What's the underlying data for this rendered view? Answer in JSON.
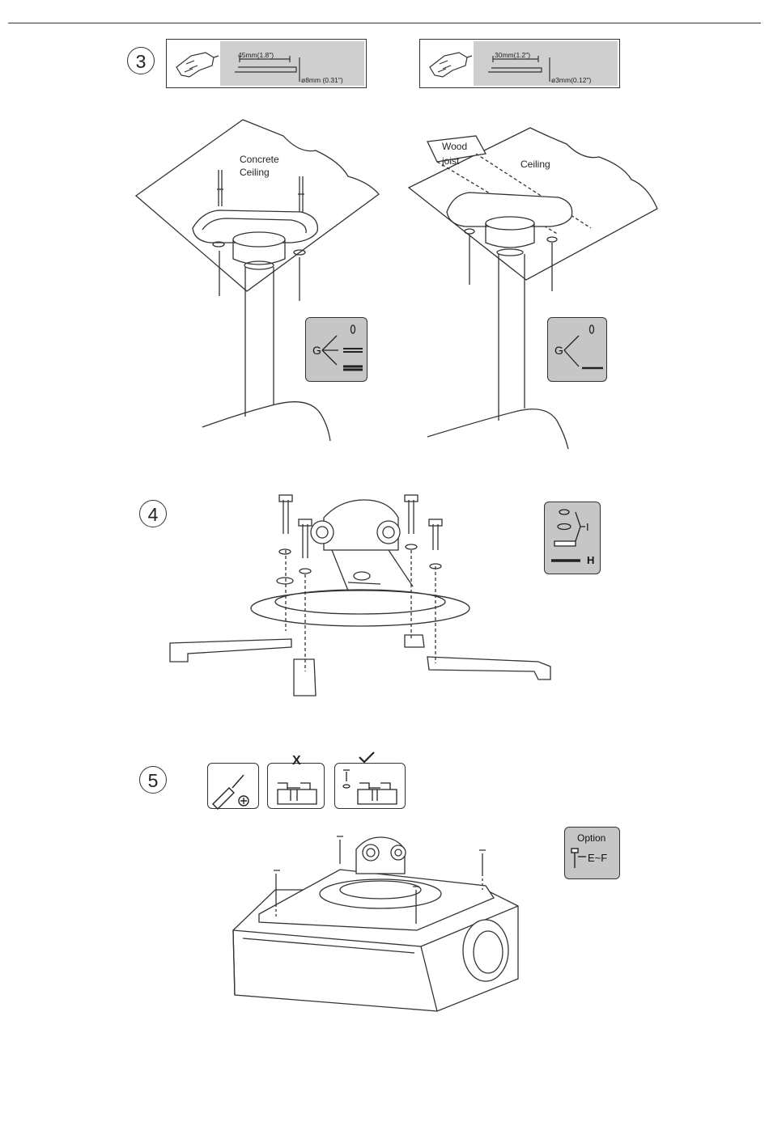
{
  "steps": {
    "s3": "3",
    "s4": "4",
    "s5": "5"
  },
  "drill_specs": {
    "concrete": {
      "depth": "45mm(1.8\")",
      "diameter": "ø8mm  (0.31\")"
    },
    "wood": {
      "depth": "30mm(1.2\")",
      "diameter": "ø3mm(0.12\")"
    }
  },
  "labels": {
    "concrete_ceiling_1": "Concrete",
    "concrete_ceiling_2": "Ceiling",
    "wood_joist_1": "Wood",
    "wood_joist_2": "joist",
    "ceiling": "Ceiling"
  },
  "parts": {
    "g_concrete": "G",
    "g_wood": "G",
    "i": "I",
    "h": "H",
    "option": "Option",
    "e_f": "E~F"
  },
  "tool_marks": {
    "wrong": "X"
  }
}
